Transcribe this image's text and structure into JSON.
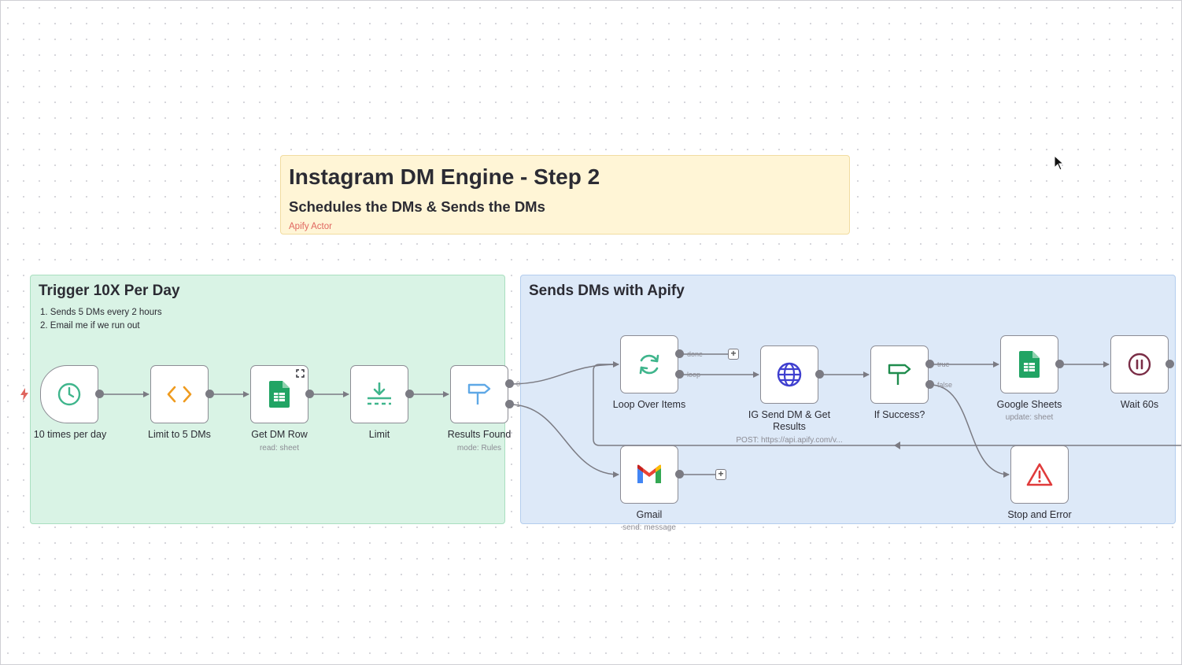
{
  "header_note": {
    "title": "Instagram DM Engine - Step 2",
    "subtitle": "Schedules the DMs & Sends the DMs",
    "link": "Apify Actor"
  },
  "groups": {
    "trigger": {
      "title": "Trigger 10X Per Day",
      "items": [
        "1. Sends 5 DMs every 2 hours",
        "2. Email me if we run out"
      ]
    },
    "apify": {
      "title": "Sends DMs with Apify"
    }
  },
  "nodes": {
    "schedule": {
      "label": "10 times per day",
      "icon": "clock-icon"
    },
    "code": {
      "label": "Limit to 5 DMs",
      "icon": "code-icon"
    },
    "get_row": {
      "label": "Get DM Row",
      "sublabel": "read: sheet",
      "icon": "google-sheets-icon"
    },
    "limit": {
      "label": "Limit",
      "icon": "limit-icon"
    },
    "switch": {
      "label": "Results Found",
      "sublabel": "mode: Rules",
      "icon": "signpost-icon",
      "outputs": [
        "0",
        "1"
      ]
    },
    "loop": {
      "label": "Loop Over Items",
      "icon": "loop-icon",
      "outputs": [
        "done",
        "loop"
      ]
    },
    "http": {
      "label_line1": "IG Send DM & Get",
      "label_line2": "Results",
      "sublabel": "POST: https://api.apify.com/v...",
      "icon": "globe-icon"
    },
    "if": {
      "label": "If Success?",
      "icon": "signpost-icon",
      "outputs": [
        "true",
        "false"
      ]
    },
    "sheets": {
      "label": "Google Sheets",
      "sublabel": "update: sheet",
      "icon": "google-sheets-icon"
    },
    "wait": {
      "label": "Wait 60s",
      "icon": "pause-icon"
    },
    "gmail": {
      "label": "Gmail",
      "sublabel": "send: message",
      "icon": "gmail-icon"
    },
    "stop": {
      "label": "Stop and Error",
      "icon": "warning-icon"
    }
  },
  "colors": {
    "yellow_note": "#fff5d6",
    "green_group": "#d9f3e5",
    "blue_group": "#dde9f8",
    "edge": "#7b7b83",
    "link": "#e0665f"
  }
}
